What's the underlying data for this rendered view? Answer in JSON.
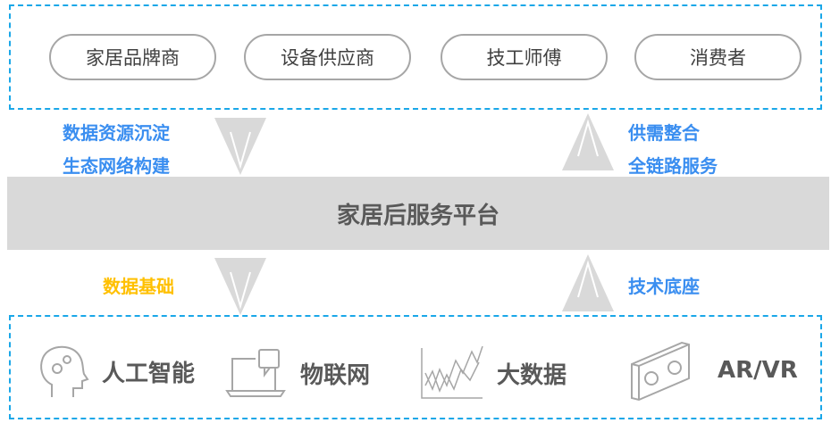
{
  "stakeholders": [
    "家居品牌商",
    "设备供应商",
    "技工师傅",
    "消费者"
  ],
  "left_labels": {
    "top": [
      "数据资源沉淀",
      "生态网络构建"
    ],
    "bottom": "数据基础"
  },
  "right_labels": {
    "top": [
      "供需整合",
      "全链路服务"
    ],
    "bottom": "技术底座"
  },
  "platform": "家居后服务平台",
  "technologies": [
    {
      "label": "人工智能",
      "icon": "head-gears-icon"
    },
    {
      "label": "物联网",
      "icon": "laptop-chat-icon"
    },
    {
      "label": "大数据",
      "icon": "line-chart-icon"
    },
    {
      "label": "AR/VR",
      "icon": "vr-headset-icon"
    }
  ],
  "colors": {
    "dash": "#1aa7e8",
    "blue_text": "#3a8ef0",
    "yellow_text": "#ffc000",
    "band": "#d9d9d9",
    "arrow": "#d9d9d9"
  }
}
